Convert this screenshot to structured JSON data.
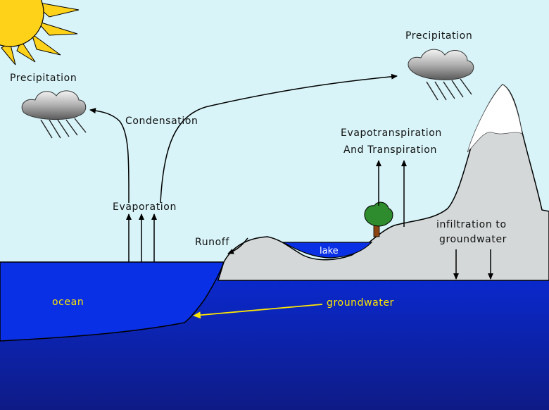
{
  "labels": {
    "precipitation_left": "Precipitation",
    "precipitation_right": "Precipitation",
    "condensation": "Condensation",
    "evaporation": "Evaporation",
    "evapotranspiration_line1": "Evapotranspiration",
    "evapotranspiration_line2": "And Transpiration",
    "runoff": "Runoff",
    "lake": "lake",
    "infiltration_line1": "infiltration to",
    "infiltration_line2": "groundwater",
    "ocean": "ocean",
    "groundwater": "groundwater"
  },
  "colors": {
    "sky": "#d8f4f8",
    "ocean": "#0a2fe0",
    "deep_water": "#0c1f9a",
    "land": "#d4d8d8",
    "sun": "#ffd21a",
    "label_on_water": "#ffe600",
    "tree": "#2e8b2e",
    "trunk": "#8b4513"
  }
}
